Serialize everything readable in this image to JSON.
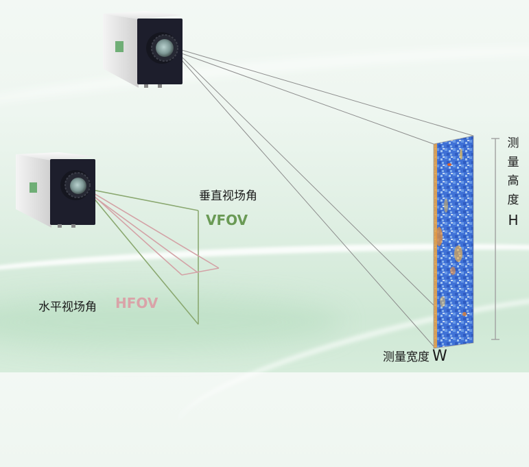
{
  "diagram": {
    "type": "field-of-view illustration",
    "colors": {
      "vfov_line": "#8aa870",
      "hfov_line": "#d3a2a6",
      "projection_line": "#8c8c8c",
      "dimension_line": "#a0a0a0",
      "vfov_text": "#6a9a55",
      "hfov_text": "#d9a3a8"
    },
    "cameras": [
      {
        "name": "top-camera",
        "role": "line-scan thermal camera projecting onto target strip"
      },
      {
        "name": "left-camera",
        "role": "camera illustrating VFOV and HFOV angles"
      }
    ],
    "labels": {
      "vfov_cn": "垂直视场角",
      "vfov_en": "VFOV",
      "hfov_cn": "水平视场角",
      "hfov_en": "HFOV",
      "height_chars": [
        "测",
        "量",
        "高",
        "度"
      ],
      "height_letter": "H",
      "width_cn": "测量宽度",
      "width_letter": "W"
    },
    "target": {
      "description": "thermal image strip (mostly blue with orange/yellow hot spots)",
      "palette": [
        "#2f5fc8",
        "#4f86e0",
        "#9fc4ef",
        "#f0b24a",
        "#e07a2a"
      ]
    }
  }
}
